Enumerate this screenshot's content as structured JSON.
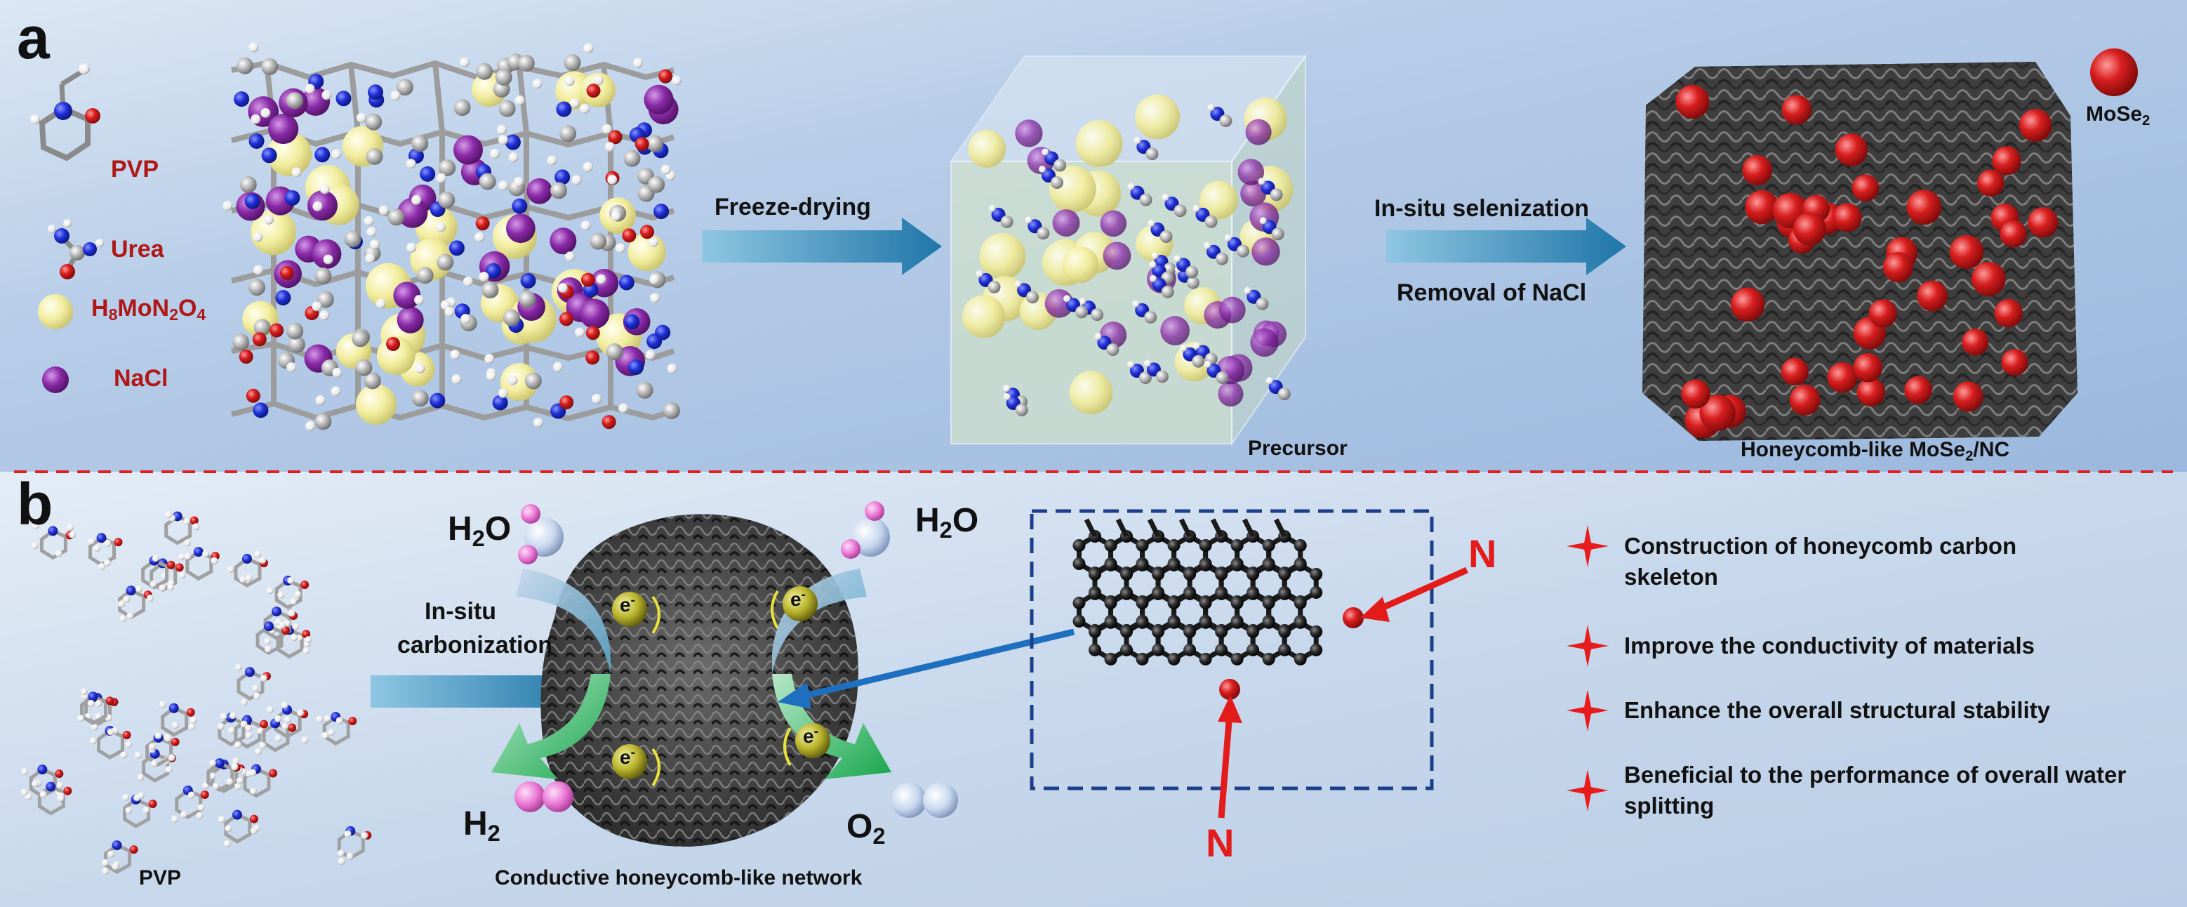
{
  "panel_a": {
    "letter": "a",
    "legend": {
      "pvp": "PVP",
      "urea": "Urea",
      "precursor_salt": {
        "a": "H",
        "b": "8",
        "c": "MoN",
        "d": "2",
        "e": "O",
        "f": "4"
      },
      "nacl": "NaCl"
    },
    "arrow1_label": "Freeze-drying",
    "arrow2_label_top": "In-situ selenization",
    "arrow2_label_bottom": "Removal of NaCl",
    "cube_caption": "Precursor",
    "mose2_legend": {
      "a": "MoSe",
      "b": "2"
    },
    "product_caption": {
      "a": "Honeycomb-like MoSe",
      "b": "2",
      "c": "/NC"
    }
  },
  "panel_b": {
    "letter": "b",
    "pvp_caption": "PVP",
    "arrow_label_line1": "In-situ",
    "arrow_label_line2": "carbonization",
    "h2o_left": {
      "a": "H",
      "b": "2",
      "c": "O"
    },
    "h2o_right": {
      "a": "H",
      "b": "2",
      "c": "O"
    },
    "h2": {
      "a": "H",
      "b": "2"
    },
    "o2": {
      "a": "O",
      "b": "2"
    },
    "electron": {
      "a": "e",
      "b": "-"
    },
    "network_caption": "Conductive honeycomb-like network",
    "n_label": "N",
    "features": [
      "Construction of honeycomb carbon skeleton",
      "Improve the conductivity of materials",
      "Enhance the overall structural stability",
      "Beneficial to the performance of overall water splitting"
    ]
  },
  "colors": {
    "panel_a_bg": "#a9c4e3",
    "panel_b_bg": "#c9d8ec",
    "divider": "#e02020",
    "arrow": "#2f86b5",
    "legend_text": "#b01818",
    "nacl": "#8a2aa8",
    "salt": "#f2ed9e",
    "nitrogen": "#1f2fd6",
    "oxygen": "#e0201c",
    "mose2": "#cf1e1e",
    "h2_sphere": "#ea7ad6",
    "o2_sphere": "#c7d6ee",
    "electron": "#c9c43a",
    "star": "#e81c1c"
  }
}
